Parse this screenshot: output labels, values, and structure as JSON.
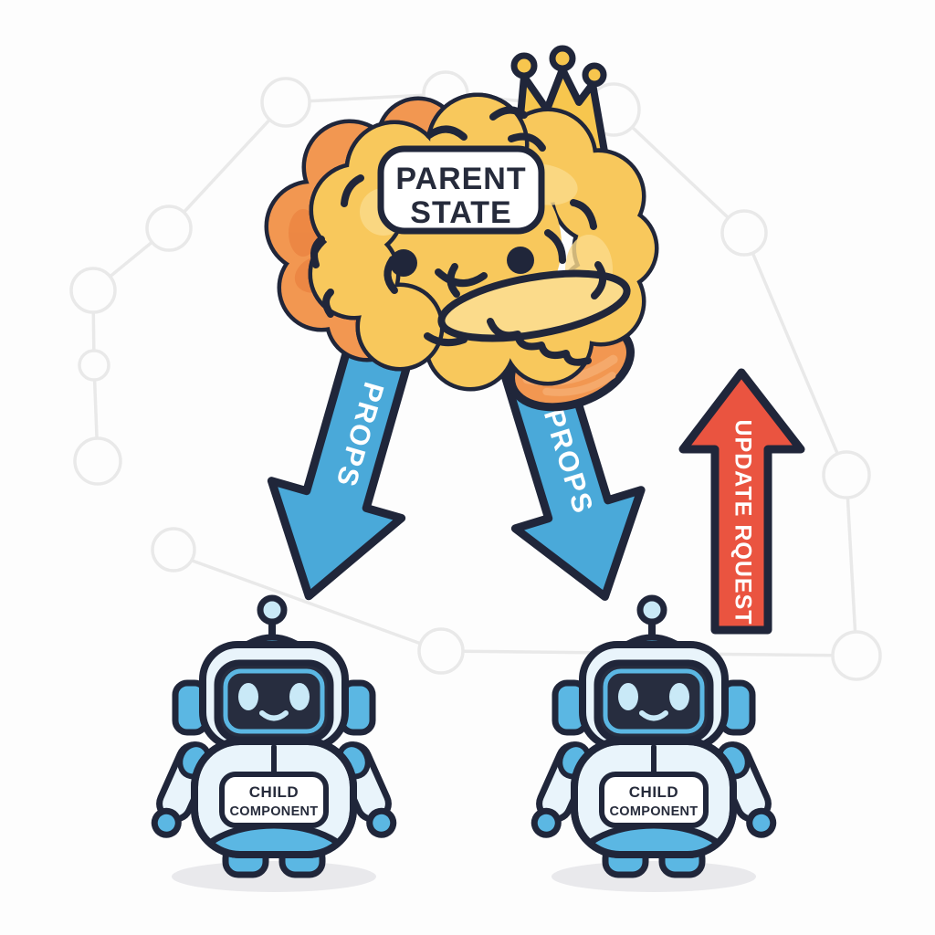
{
  "scene": {
    "background_color": "#FDFDFD",
    "kind": "cartoon-diagram"
  },
  "parent_state": {
    "badge_line1": "PARENT",
    "badge_line2": "STATE",
    "entity_icon": "brain-mascot-with-crown"
  },
  "arrows": {
    "props_left": {
      "label": "PROPS",
      "fill": "#4AA9D9",
      "direction": "down-left"
    },
    "props_right": {
      "label": "PROPS",
      "fill": "#4AA9D9",
      "direction": "down-right"
    },
    "update": {
      "label": "UPDATE RQUEST",
      "fill": "#EA5440",
      "direction": "up"
    }
  },
  "children": [
    {
      "badge_line1": "CHILD",
      "badge_line2": "COMPONENT",
      "entity_icon": "robot-mascot"
    },
    {
      "badge_line1": "CHILD",
      "badge_line2": "COMPONENT",
      "entity_icon": "robot-mascot"
    }
  ],
  "palette": {
    "outline": "#20263A",
    "brain_yellow": "#F8C85C",
    "brain_yellow_light": "#FBDB8B",
    "brain_orange": "#F29751",
    "brain_orange_dark": "#EC8542",
    "crown_gold": "#F7C64E",
    "arrow_blue": "#4AA9D9",
    "arrow_red": "#EA5440",
    "robot_shell": "#E9F4FB",
    "robot_accent": "#5BB7E3",
    "robot_screen": "#272D3F",
    "robot_face_glow": "#C9E9F7",
    "label_bg": "#FFFFFF",
    "label_text": "#262B3B",
    "arrow_label_text": "#FFFFFF",
    "network_gray": "#E9E9E9",
    "shadow": "#E9E9EC"
  }
}
